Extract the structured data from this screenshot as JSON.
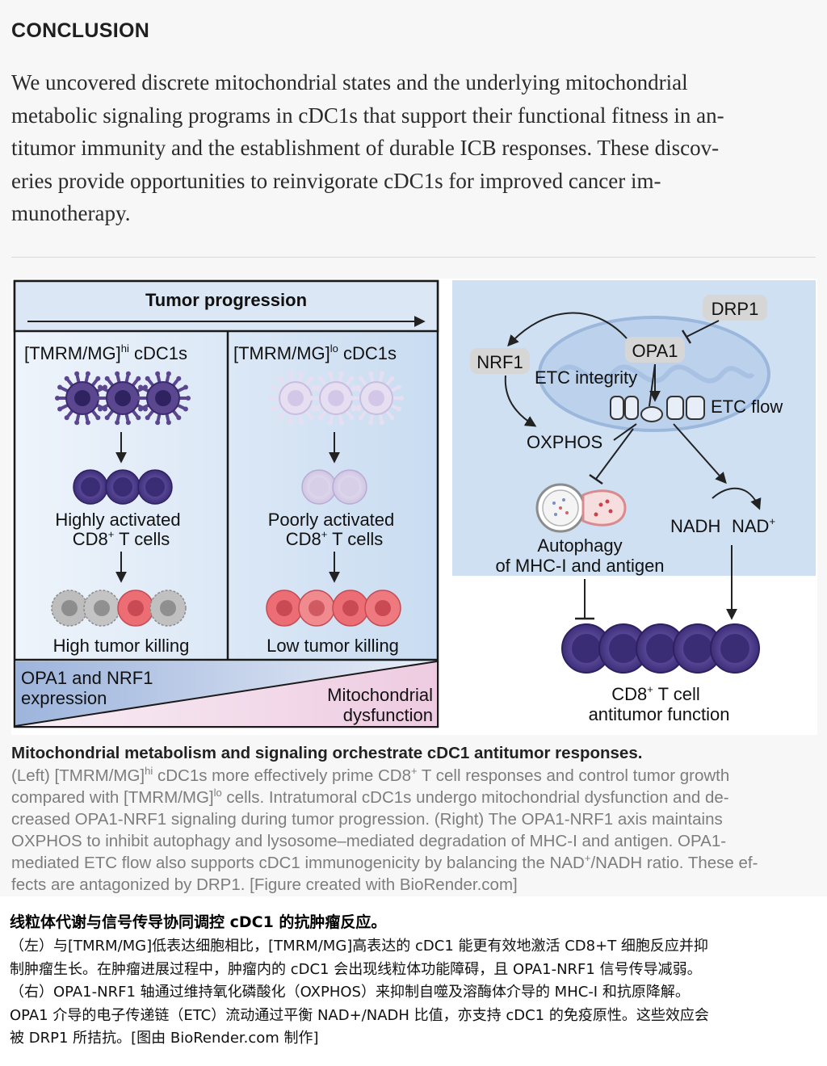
{
  "conclusion": {
    "heading": "CONCLUSION",
    "lines": [
      "We uncovered discrete mitochondrial states and the underlying mitochondrial",
      "metabolic signaling programs in cDC1s that support their functional fitness in an-",
      "titumor immunity and the establishment of durable ICB responses. These discov-",
      "eries provide opportunities to reinvigorate cDC1s for improved cancer im-",
      "munotherapy."
    ]
  },
  "figure": {
    "left": {
      "header": "Tumor progression",
      "hi_col": {
        "title_pre": "[TMRM/MG]",
        "title_sup": "hi",
        "title_post": " cDC1s",
        "tcell_line1": "Highly activated",
        "tcell_line2_pre": "CD8",
        "tcell_line2_sup": "+",
        "tcell_line2_post": " T cells",
        "killing": "High tumor killing"
      },
      "lo_col": {
        "title_pre": "[TMRM/MG]",
        "title_sup": "lo",
        "title_post": " cDC1s",
        "tcell_line1": "Poorly activated",
        "tcell_line2_pre": "CD8",
        "tcell_line2_sup": "+",
        "tcell_line2_post": " T cells",
        "killing": "Low tumor killing"
      },
      "gradient_left_line1": "OPA1 and NRF1",
      "gradient_left_line2": "expression",
      "gradient_right_line1": "Mitochondrial",
      "gradient_right_line2": "dysfunction"
    },
    "right": {
      "drp1": "DRP1",
      "opa1": "OPA1",
      "nrf1": "NRF1",
      "etc_integrity": "ETC integrity",
      "etc_flow": "ETC flow",
      "oxphos": "OXPHOS",
      "autophagy_line1": "Autophagy",
      "autophagy_line2": "of MHC-I and antigen",
      "nadh": "NADH",
      "nad": "NAD",
      "nad_sup": "+",
      "cd8_line1_pre": "CD8",
      "cd8_line1_sup": "+",
      "cd8_line1_post": " T cell",
      "cd8_line2": "antitumor function"
    },
    "colors": {
      "cell_dark": "#4b3a8c",
      "cell_light": "#d9d0ea",
      "tumor_pink": "#e86a70",
      "tumor_gray": "#a9a9a9",
      "panel_blue": "#cfe0f3",
      "gradient_pink": "#f2d3e6"
    }
  },
  "caption": {
    "title": "Mitochondrial metabolism and signaling orchestrate cDC1 antitumor responses.",
    "l1_a": "(Left) [TMRM/MG]",
    "l1_sup": "hi",
    "l1_b": " cDC1s more effectively prime CD8",
    "l1_sup2": "+",
    "l1_c": " T cell responses and control tumor growth",
    "l2_a": "compared with [TMRM/MG]",
    "l2_sup": "lo",
    "l2_b": " cells. Intratumoral cDC1s undergo mitochondrial dysfunction and de-",
    "l3": "creased OPA1-NRF1 signaling during tumor progression. (Right) The OPA1-NRF1 axis maintains",
    "l4": "OXPHOS to inhibit autophagy and lysosome–mediated degradation of MHC-I and antigen. OPA1-",
    "l5_a": "mediated ETC flow also supports cDC1 immunogenicity by balancing the NAD",
    "l5_sup": "+",
    "l5_b": "/NADH ratio. These ef-",
    "l6": "fects are antagonized by DRP1. [Figure created with BioRender.com]"
  },
  "translation": {
    "title": "线粒体代谢与信号传导协同调控 cDC1 的抗肿瘤反应。",
    "lines": [
      "（左）与[TMRM/MG]低表达细胞相比，[TMRM/MG]高表达的 cDC1 能更有效地激活 CD8+T 细胞反应并抑",
      "制肿瘤生长。在肿瘤进展过程中，肿瘤内的 cDC1 会出现线粒体功能障碍，且 OPA1-NRF1 信号传导减弱。",
      "（右）OPA1-NRF1 轴通过维持氧化磷酸化（OXPHOS）来抑制自噬及溶酶体介导的 MHC-I 和抗原降解。",
      "OPA1 介导的电子传递链（ETC）流动通过平衡 NAD+/NADH 比值，亦支持 cDC1 的免疫原性。这些效应会",
      "被 DRP1 所拮抗。[图由 BioRender.com 制作]"
    ]
  }
}
